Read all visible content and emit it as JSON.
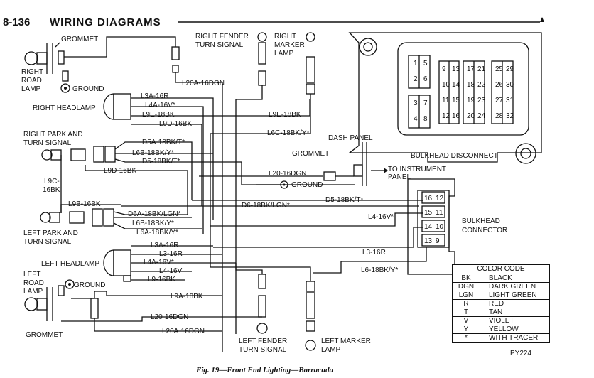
{
  "header": {
    "page_number": "8-136",
    "title": "WIRING DIAGRAMS"
  },
  "caption": "Fig. 19—Front End Lighting—Barracuda",
  "code": "PY224",
  "components": {
    "grommet_top": "GROMMET",
    "right_road_lamp": [
      "RIGHT",
      "ROAD",
      "LAMP"
    ],
    "ground_top": "GROUND",
    "right_fender_turn_signal": [
      "RIGHT FENDER",
      "TURN SIGNAL"
    ],
    "right_marker_lamp": [
      "RIGHT",
      "MARKER",
      "LAMP"
    ],
    "right_headlamp": "RIGHT HEADLAMP",
    "right_park_turn": [
      "RIGHT PARK AND",
      "TURN SIGNAL"
    ],
    "dash_panel": "DASH PANEL",
    "grommet_dash": "GROMMET",
    "to_instrument_panel": [
      "TO INSTRUMENT",
      "PANEL"
    ],
    "ground_mid": "GROUND",
    "bulkhead_disconnect": "BULKHEAD DISCONNECT",
    "bulkhead_connector": [
      "BULKHEAD",
      "CONNECTOR"
    ],
    "left_park_turn": [
      "LEFT PARK AND",
      "TURN SIGNAL"
    ],
    "left_headlamp": "LEFT HEADLAMP",
    "left_road_lamp": [
      "LEFT",
      "ROAD",
      "LAMP"
    ],
    "ground_bottom": "GROUND",
    "grommet_bottom": "GROMMET",
    "left_fender_turn_signal": [
      "LEFT FENDER",
      "TURN SIGNAL"
    ],
    "left_marker_lamp": [
      "LEFT MARKER",
      "LAMP"
    ]
  },
  "wires": {
    "L20A_top": "L20A-16DGN",
    "L3A_top": "L3A-16R",
    "L4A_top": "L4A-16V*",
    "L9E": "L9E-18BK",
    "L9D": "L9D-16BK",
    "L6C": "L6C-18BK/Y*",
    "D5A": "D5A-18BK/T*",
    "L6B_top": "L6B-18BK/Y*",
    "D5": "D5-18BK/T*",
    "L9D_2": "L9D-16BK",
    "L20": "L20-16DGN",
    "L9C": [
      "L9C-",
      "16BK"
    ],
    "L9B": "L9B-16BK",
    "D5_right": "D5-18BK/T*",
    "D6": "D6-18BK/LGN*",
    "D6A": "D6A-18BK/LGN*",
    "L6B_bottom": "L6B-18BK/Y*",
    "L6A": "L6A-18BK/Y*",
    "L4_right": "L4-16V*",
    "L3A_bottom": "L3A-16R",
    "L3": "L3-16R",
    "L4A_bottom": "L4A-16V*",
    "L4": "L4-16V",
    "L9": "L9-16BK",
    "L3_right": "L3-16R",
    "L6": "L6-18BK/Y*",
    "L9A": "L9A-18BK",
    "L20_bottom": "L20-16DGN",
    "L20A_bottom": "L20A-16DGN"
  },
  "bulkhead_disconnect_cavities": {
    "col1": [
      [
        "1",
        "5"
      ],
      [
        "2",
        "6"
      ]
    ],
    "col1b": [
      [
        "3",
        "7"
      ],
      [
        "4",
        "8"
      ]
    ],
    "col2": [
      [
        "9",
        "13"
      ],
      [
        "10",
        "14"
      ],
      [
        "11",
        "15"
      ],
      [
        "12",
        "16"
      ]
    ],
    "col3": [
      [
        "17",
        "21"
      ],
      [
        "18",
        "22"
      ],
      [
        "19",
        "23"
      ],
      [
        "20",
        "24"
      ]
    ],
    "col4": [
      [
        "25",
        "29"
      ],
      [
        "26",
        "30"
      ],
      [
        "27",
        "31"
      ],
      [
        "28",
        "32"
      ]
    ]
  },
  "bulkhead_connector_cavities": [
    [
      "16",
      "12"
    ],
    [
      "15",
      "11"
    ],
    [
      "14",
      "10"
    ],
    [
      "13",
      "9"
    ]
  ],
  "color_code": {
    "title": "COLOR CODE",
    "rows": [
      {
        "code": "BK",
        "name": "BLACK"
      },
      {
        "code": "DGN",
        "name": "DARK GREEN"
      },
      {
        "code": "LGN",
        "name": "LIGHT GREEN"
      },
      {
        "code": "R",
        "name": "RED"
      },
      {
        "code": "T",
        "name": "TAN"
      },
      {
        "code": "V",
        "name": "VIOLET"
      },
      {
        "code": "Y",
        "name": "YELLOW"
      },
      {
        "code": "*",
        "name": "WITH TRACER"
      }
    ]
  }
}
